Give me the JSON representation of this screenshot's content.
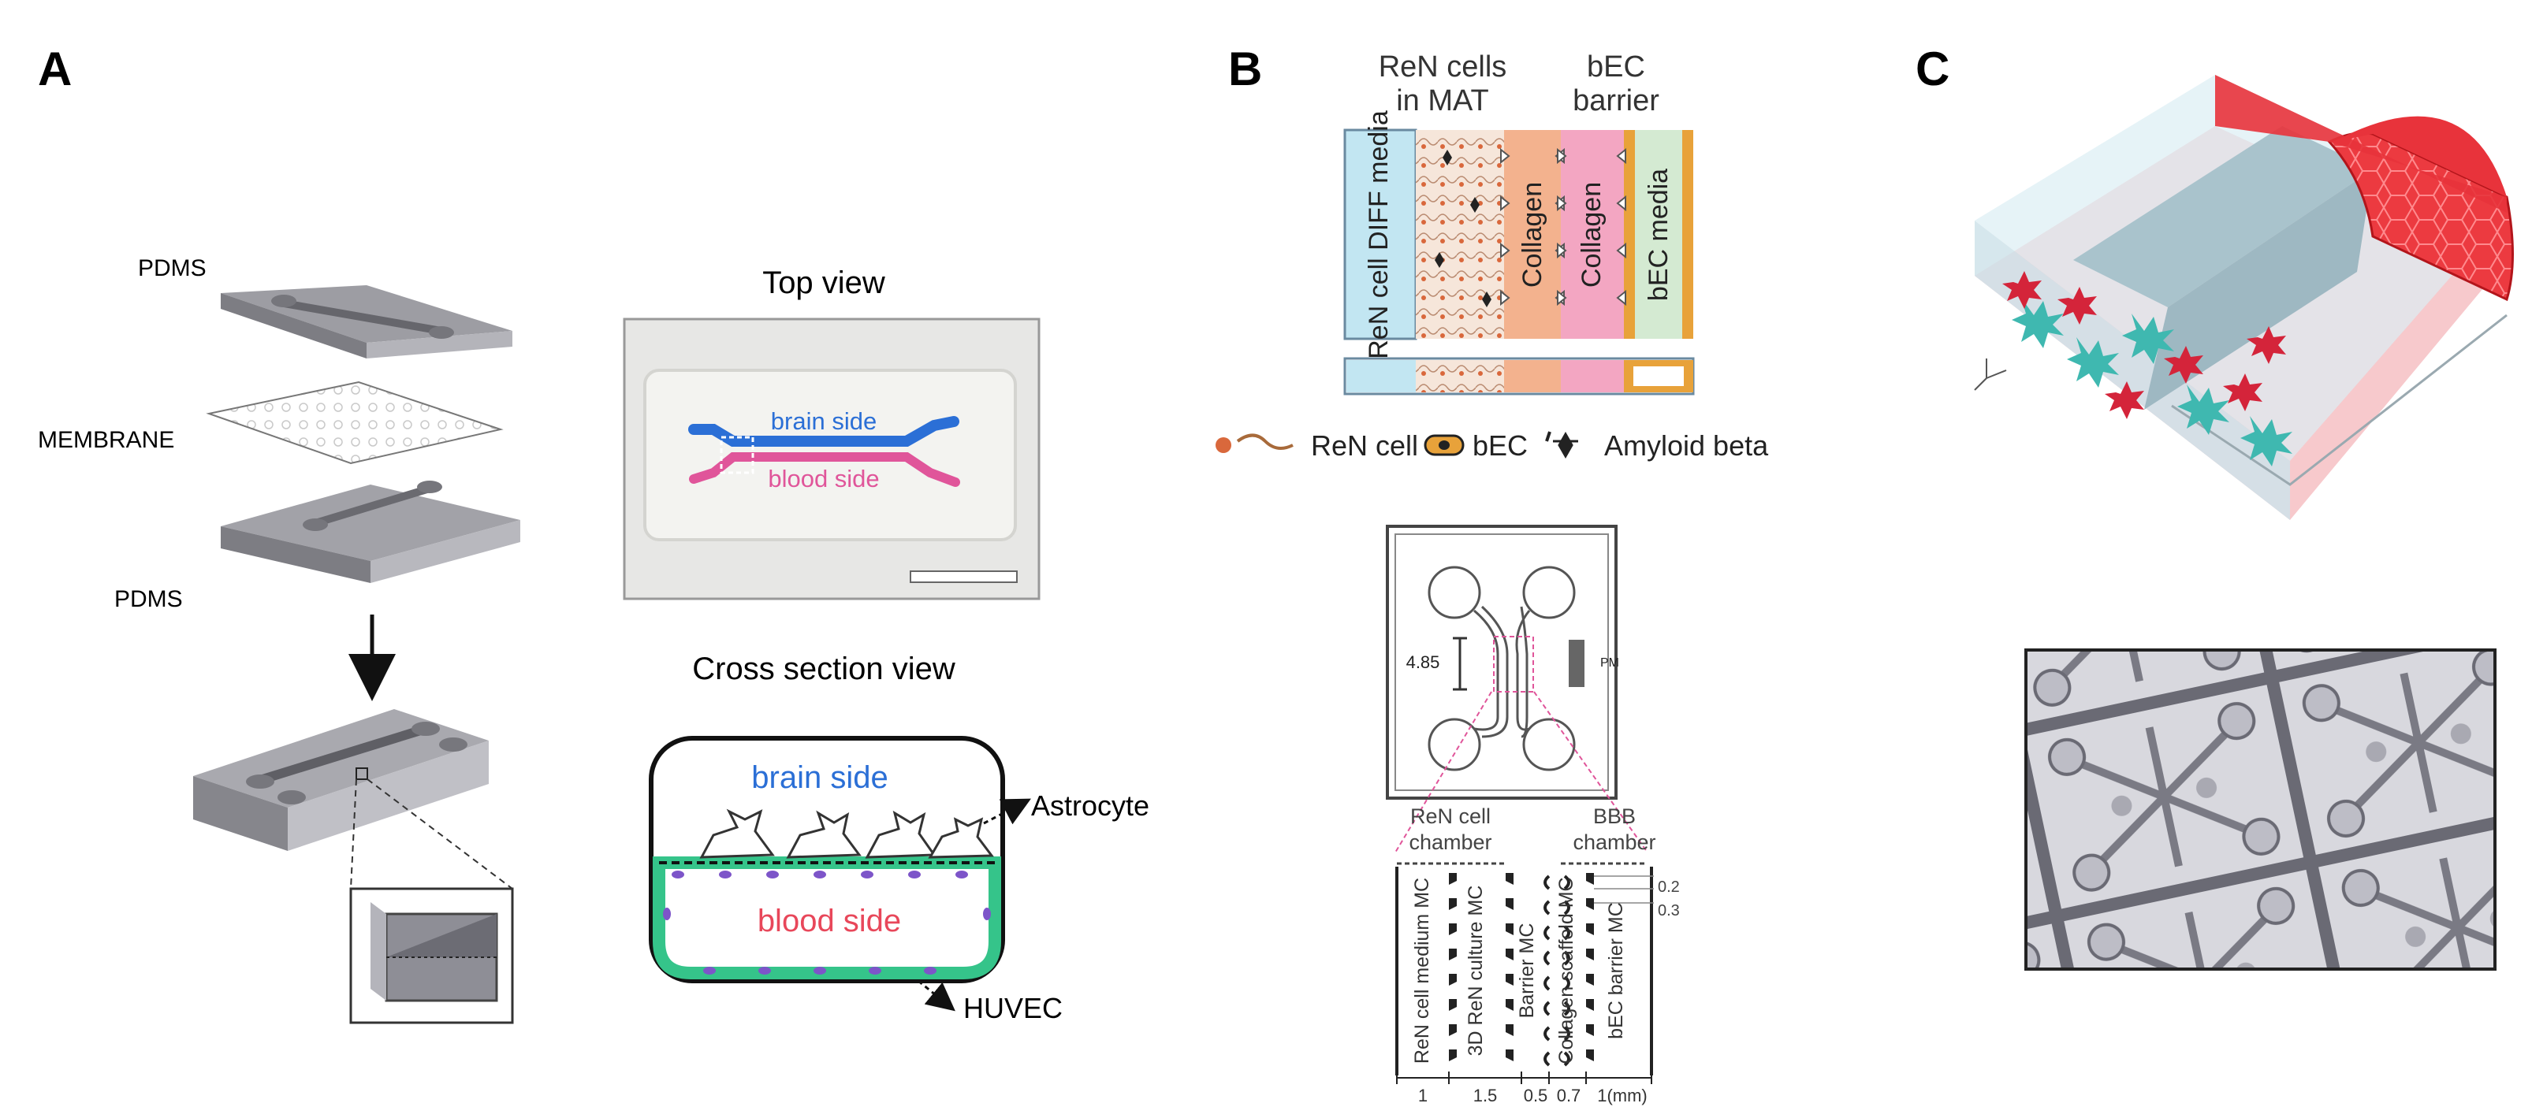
{
  "panels": {
    "a": {
      "label": "A",
      "pdms_top": "PDMS",
      "membrane": "MEMBRANE",
      "pdms_bottom": "PDMS",
      "top_view": {
        "title": "Top view",
        "brain_side": "brain side",
        "blood_side": "blood side"
      },
      "cross_section": {
        "title": "Cross section view",
        "brain_side": "brain side",
        "blood_side": "blood side",
        "astrocyte": "Astrocyte",
        "huvec": "HUVEC"
      }
    },
    "b": {
      "label": "B",
      "header_left_line1": "ReN cells",
      "header_left_line2": "in MAT",
      "header_right_line1": "bEC",
      "header_right_line2": "barrier",
      "compartments": [
        "ReN cell DIFF media",
        "Collagen",
        "Collagen",
        "bEC media"
      ],
      "legend": [
        "ReN cell",
        "bEC",
        "Amyloid beta"
      ],
      "chip": {
        "dimension": "4.85",
        "chip_mark": "PM",
        "ren_chamber_line1": "ReN cell",
        "ren_chamber_line2": "chamber",
        "bbb_chamber_line1": "BBB",
        "bbb_chamber_line2": "chamber",
        "channels": [
          "ReN cell medium MC",
          "3D ReN culture MC",
          "Barrier MC",
          "Collagen scaffold MC",
          "bEC barrier MC"
        ],
        "widths": [
          "1",
          "1.5",
          "0.5",
          "0.7",
          "1(mm)"
        ],
        "gaps": [
          "0.2",
          "0.3"
        ]
      }
    },
    "c": {
      "label": "C"
    }
  },
  "colors": {
    "brain_blue": "#2b6fd6",
    "blood_red": "#e8475a",
    "blood_pink": "#e0559a",
    "huvec_green": "#35c48a",
    "bec_orange": "#e8a23a",
    "chip_red": "#e8333b",
    "cell_teal": "#3fb8b0"
  }
}
